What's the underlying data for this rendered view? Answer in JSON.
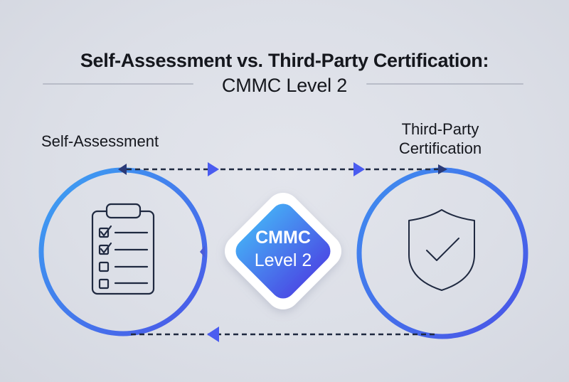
{
  "title": {
    "line1": "Self-Assessment vs. Third-Party Certification:",
    "line2": "CMMC Level 2"
  },
  "left_node": {
    "label": "Self-Assessment",
    "icon": "clipboard-checklist-icon",
    "checklist": [
      {
        "checked": true
      },
      {
        "checked": true
      },
      {
        "checked": false
      },
      {
        "checked": false
      }
    ]
  },
  "right_node": {
    "label_line1": "Third-Party",
    "label_line2": "Certification",
    "icon": "shield-check-icon"
  },
  "center_badge": {
    "line1": "CMMC",
    "line2": "Level 2",
    "shape": "rounded-diamond"
  },
  "connectors": {
    "top": {
      "direction": "left-to-right",
      "style": "dashed"
    },
    "bottom": {
      "direction": "right-to-left",
      "style": "dashed"
    }
  },
  "colors": {
    "background": "#dcdfe7",
    "ring_start": "#3d9ef2",
    "ring_end": "#4a58e8",
    "dash": "#1f2940",
    "arrow_accent": "#4a5cf0",
    "arrow_dark": "#2a3a78",
    "text": "#15171d",
    "badge_start": "#45a4f3",
    "badge_end": "#4b52e6"
  }
}
